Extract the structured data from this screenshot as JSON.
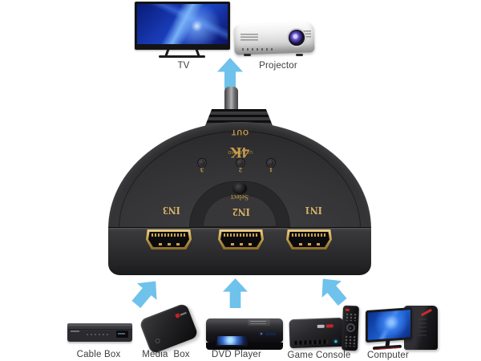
{
  "device": {
    "out_port_label": "OUT",
    "brand": {
      "main": "4K",
      "sub": "ULTRAHD"
    },
    "select_button_label": "Select",
    "channel_indicators": [
      "3",
      "2",
      "1"
    ],
    "input_port_labels": [
      "IN3",
      "IN2",
      "IN1"
    ]
  },
  "output_devices": [
    {
      "label": "TV"
    },
    {
      "label": "Projector"
    }
  ],
  "input_devices": [
    {
      "label": "Cable Box"
    },
    {
      "label": "Media  Box"
    },
    {
      "label": "DVD Player"
    },
    {
      "label": "Game Console"
    },
    {
      "label": "Computer"
    }
  ],
  "colors": {
    "arrow": "#6ec2ec",
    "gold": "#c89e4a",
    "gold_bright": "#dab568",
    "switch_body": "#2b2b2d",
    "label_text": "#3d3d3d",
    "background": "#ffffff"
  }
}
